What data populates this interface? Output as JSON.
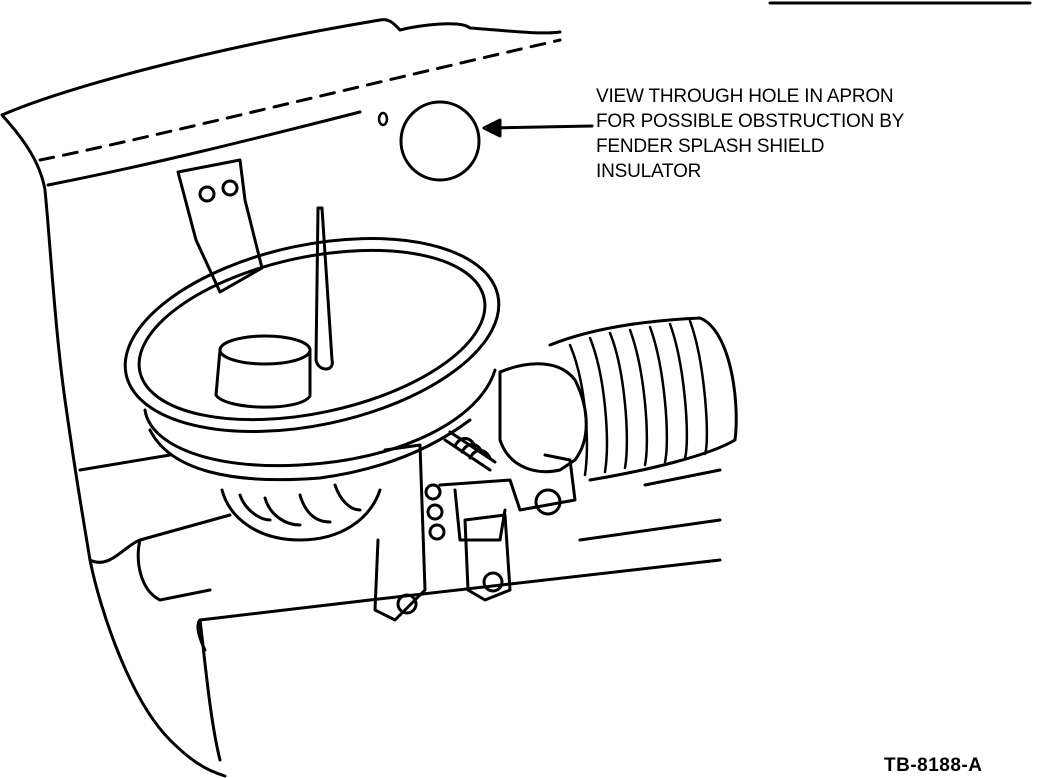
{
  "callout": {
    "lines": [
      "VIEW THROUGH HOLE IN APRON",
      "FOR POSSIBLE OBSTRUCTION BY",
      "FENDER SPLASH SHIELD",
      "INSULATOR"
    ]
  },
  "figure_id": "TB-8188-A",
  "colors": {
    "ink": "#000000",
    "paper": "#ffffff"
  }
}
